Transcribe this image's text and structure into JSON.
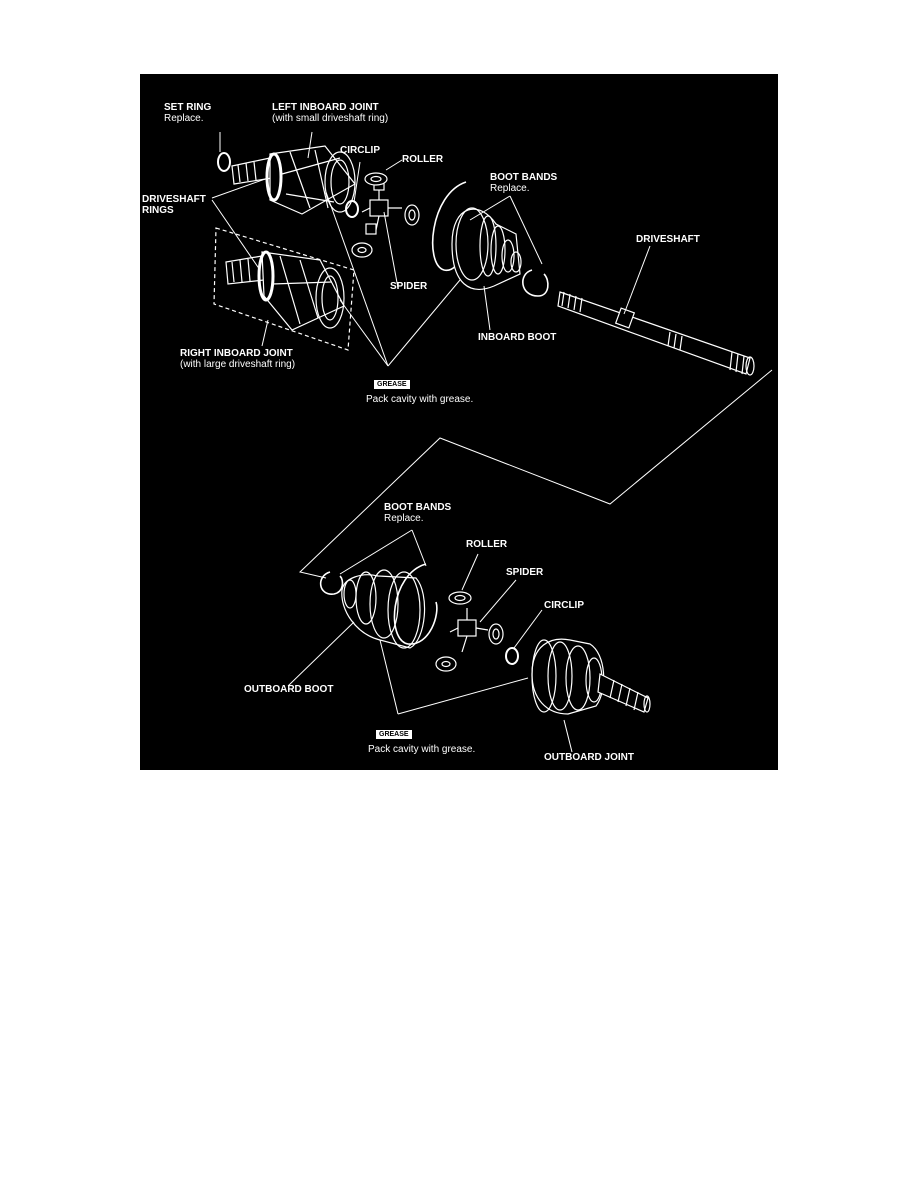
{
  "colors": {
    "background": "#000000",
    "line": "#ffffff",
    "page": "#ffffff"
  },
  "upper": {
    "set_ring": {
      "label": "SET RING",
      "note": "Replace."
    },
    "left_inboard_joint": {
      "label": "LEFT INBOARD JOINT",
      "note": "(with small driveshaft ring)"
    },
    "circlip": "CIRCLIP",
    "roller": "ROLLER",
    "driveshaft_rings": [
      "DRIVESHAFT",
      "RINGS"
    ],
    "spider": "SPIDER",
    "boot_bands": {
      "label": "BOOT BANDS",
      "note": "Replace."
    },
    "driveshaft": "DRIVESHAFT",
    "inboard_boot": "INBOARD BOOT",
    "right_inboard_joint": {
      "label": "RIGHT INBOARD JOINT",
      "note": "(with large driveshaft ring)"
    },
    "grease_tag": "GREASE",
    "grease_note": "Pack cavity with grease."
  },
  "lower": {
    "boot_bands": {
      "label": "BOOT BANDS",
      "note": "Replace."
    },
    "roller": "ROLLER",
    "spider": "SPIDER",
    "circlip": "CIRCLIP",
    "outboard_boot": "OUTBOARD BOOT",
    "grease_tag": "GREASE",
    "grease_note": "Pack cavity with grease.",
    "outboard_joint": "OUTBOARD JOINT"
  }
}
